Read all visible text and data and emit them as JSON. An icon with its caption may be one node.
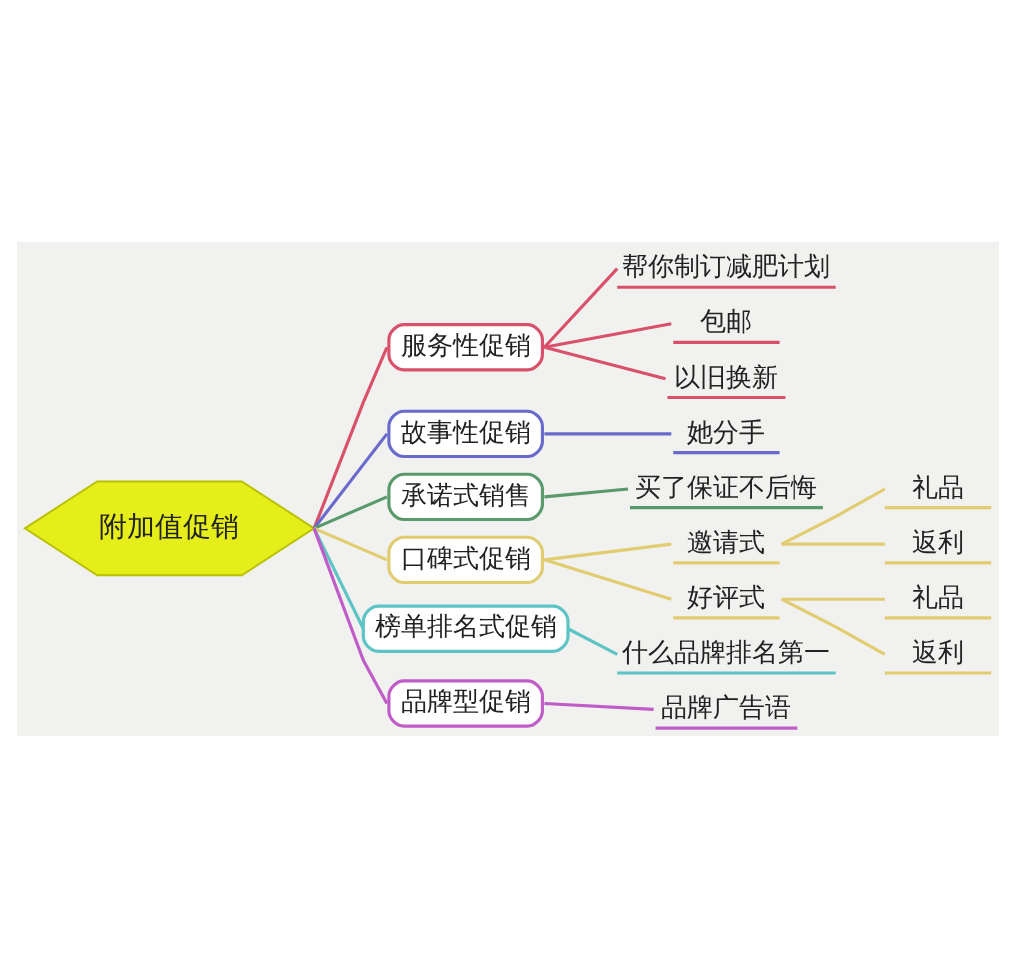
{
  "diagram": {
    "nodes": [
      {
        "text": [
          "附加值促销"
        ]
      },
      {
        "text": [
          "服务性促销"
        ]
      },
      {
        "text": [
          "帮你制订减肥计划"
        ]
      },
      {
        "text": [
          "包邮"
        ]
      },
      {
        "text": [
          "以旧换新"
        ]
      },
      {
        "text": [
          "故事性促销"
        ]
      },
      {
        "text": [
          "她分手"
        ]
      },
      {
        "text": [
          "承诺式销售"
        ]
      },
      {
        "text": [
          "买了保证不后悔"
        ]
      },
      {
        "text": [
          "口碑式促销"
        ]
      },
      {
        "text": [
          "邀请式"
        ]
      },
      {
        "text": [
          "礼品"
        ]
      },
      {
        "text": [
          "返利"
        ]
      },
      {
        "text": [
          "好评式"
        ]
      },
      {
        "text": [
          "礼品"
        ]
      },
      {
        "text": [
          "返利"
        ]
      },
      {
        "text": [
          "榜单排名式促销"
        ]
      },
      {
        "text": [
          "什么品牌排名第一"
        ]
      },
      {
        "text": [
          "品牌型促销"
        ]
      },
      {
        "text": [
          "品牌广告语"
        ]
      }
    ],
    "edges": [
      {
        "from": 0,
        "to": 1,
        "arrow": "none",
        "color": "#d9506a"
      },
      {
        "from": 1,
        "to": 2,
        "arrow": "none",
        "color": "#d9506a"
      },
      {
        "from": 1,
        "to": 3,
        "arrow": "none",
        "color": "#d9506a"
      },
      {
        "from": 1,
        "to": 4,
        "arrow": "none",
        "color": "#d9506a"
      },
      {
        "from": 0,
        "to": 5,
        "arrow": "none",
        "color": "#6a6acc"
      },
      {
        "from": 5,
        "to": 6,
        "arrow": "none",
        "color": "#6a6acc"
      },
      {
        "from": 0,
        "to": 7,
        "arrow": "none",
        "color": "#5a9a6a"
      },
      {
        "from": 7,
        "to": 8,
        "arrow": "none",
        "color": "#5a9a6a"
      },
      {
        "from": 0,
        "to": 9,
        "arrow": "none",
        "color": "#e2cc70"
      },
      {
        "from": 9,
        "to": 10,
        "arrow": "none",
        "color": "#e2cc70"
      },
      {
        "from": 10,
        "to": 11,
        "arrow": "none",
        "color": "#e2cc70"
      },
      {
        "from": 10,
        "to": 12,
        "arrow": "none",
        "color": "#e2cc70"
      },
      {
        "from": 9,
        "to": 13,
        "arrow": "none",
        "color": "#e2cc70"
      },
      {
        "from": 13,
        "to": 14,
        "arrow": "none",
        "color": "#e2cc70"
      },
      {
        "from": 13,
        "to": 15,
        "arrow": "none",
        "color": "#e2cc70"
      },
      {
        "from": 0,
        "to": 16,
        "arrow": "none",
        "color": "#5cc4c4"
      },
      {
        "from": 16,
        "to": 17,
        "arrow": "none",
        "color": "#5cc4c4"
      },
      {
        "from": 0,
        "to": 18,
        "arrow": "none",
        "color": "#c05cc8"
      },
      {
        "from": 18,
        "to": 19,
        "arrow": "none",
        "color": "#c05cc8"
      }
    ]
  }
}
